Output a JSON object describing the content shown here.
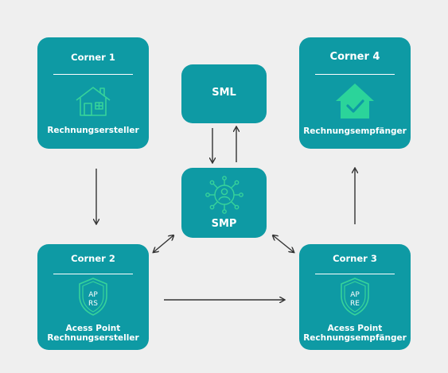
{
  "corner1": {
    "title": "Corner 1",
    "label": "Rechnungsersteller"
  },
  "corner4": {
    "title": "Corner 4",
    "label": "Rechnungsempfänger"
  },
  "sml": {
    "title": "SML"
  },
  "smp": {
    "title": "SMP"
  },
  "corner2": {
    "title": "Corner 2",
    "badge_line1": "AP",
    "badge_line2": "RS",
    "label_line1": "Acess Point",
    "label_line2": "Rechnungsersteller"
  },
  "corner3": {
    "title": "Corner 3",
    "badge_line1": "AP",
    "badge_line2": "RE",
    "label_line1": "Acess Point",
    "label_line2": "Rechnungsempfänger"
  },
  "colors": {
    "card": "#0e9aa4",
    "icon_outline": "#37d39a",
    "icon_fill": "#2bd49a",
    "arrow": "#333333",
    "background": "#efefef"
  },
  "icons": {
    "corner1": "house-outline-icon",
    "corner4": "house-check-icon",
    "smp": "network-user-icon",
    "corner2": "shield-icon",
    "corner3": "shield-icon"
  }
}
